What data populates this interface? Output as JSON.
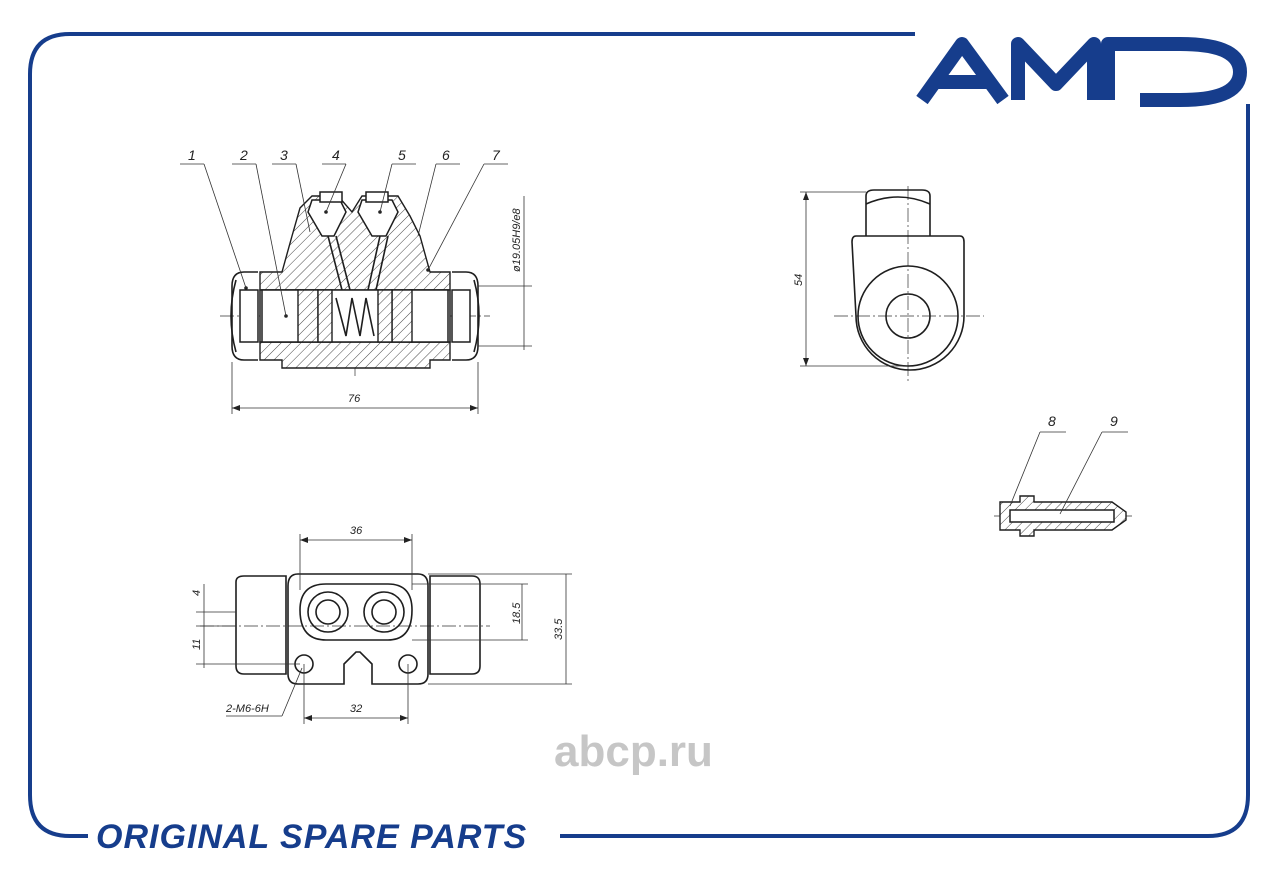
{
  "brand": {
    "logo_text": "AMD",
    "watermark": "abcp.ru"
  },
  "footer": {
    "text": "ORIGINAL SPARE PARTS"
  },
  "callouts": [
    "1",
    "2",
    "3",
    "4",
    "5",
    "6",
    "7",
    "8",
    "9"
  ],
  "dimensions": {
    "overall_length": "76",
    "bore": "ø19.05H9/e8",
    "height": "54",
    "port_spacing": "36",
    "offset_4": "4",
    "offset_11": "11",
    "width_18_5": "18.5",
    "width_33_5": "33.5",
    "thread": "2-M6-6H",
    "bolt_spacing": "32"
  },
  "colors": {
    "frame_blue": "#163d8c",
    "line": "#1e1e1e",
    "watermark_gray": "#c6c6c6"
  }
}
